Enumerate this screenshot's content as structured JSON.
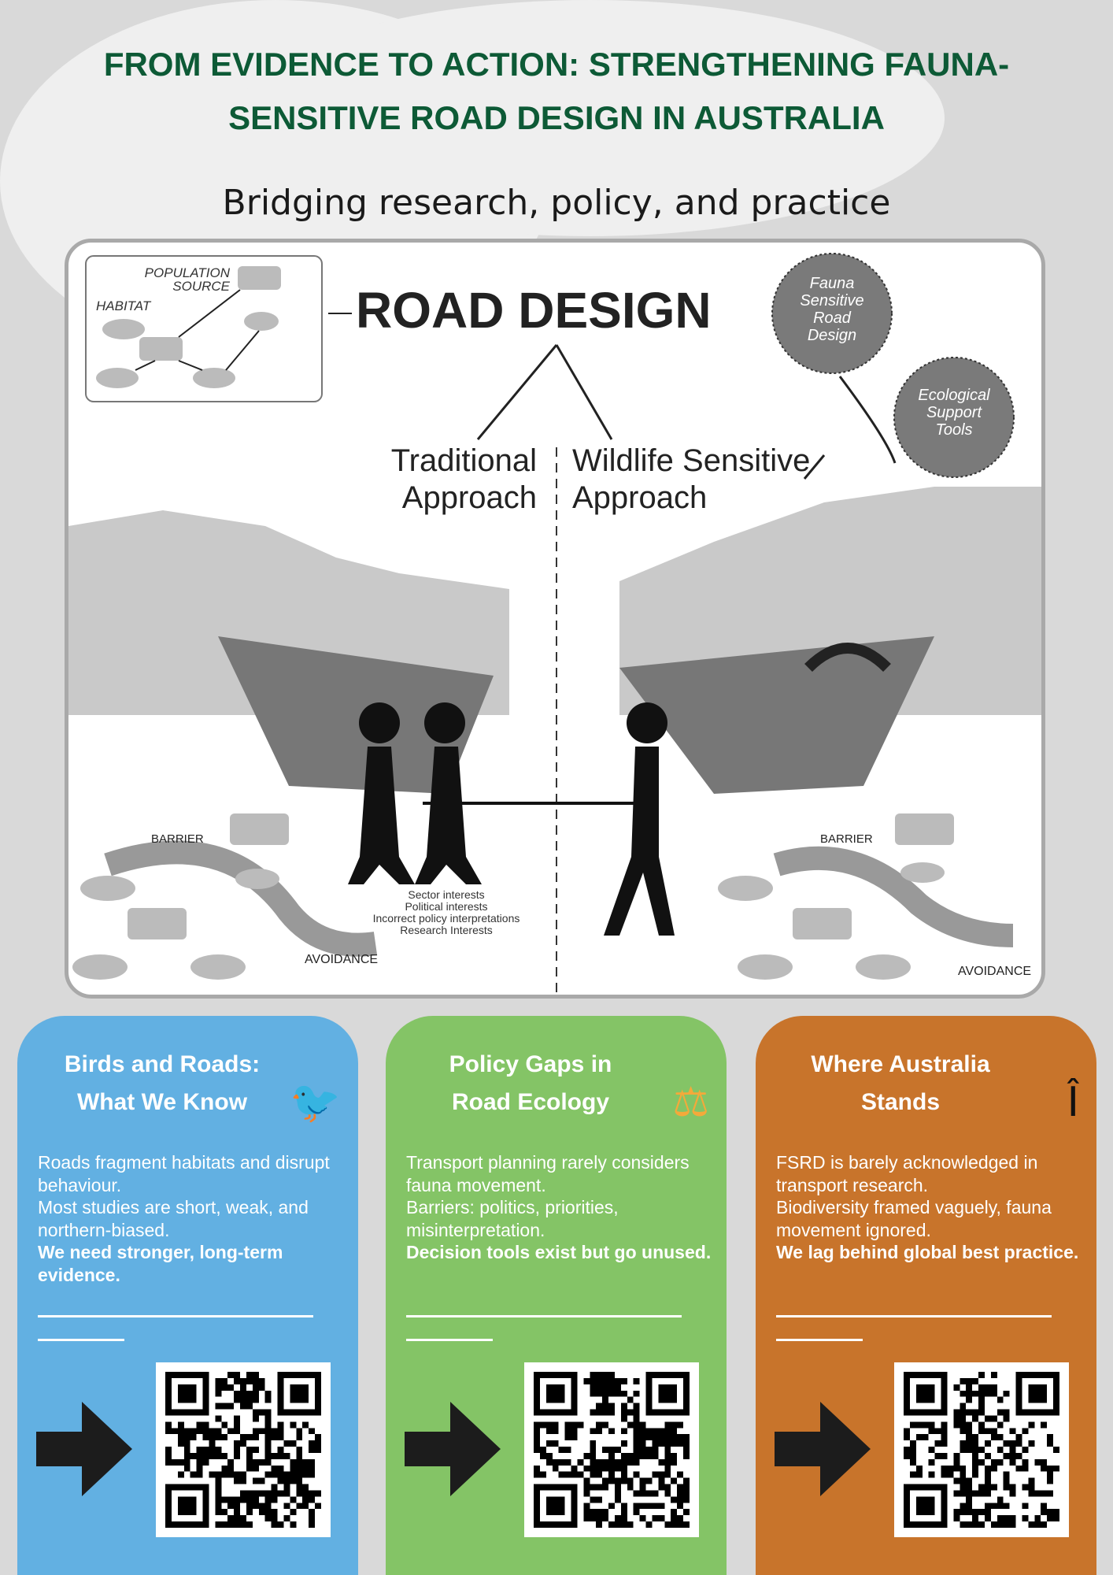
{
  "title": {
    "line1": "FROM EVIDENCE TO ACTION: STRENGTHENING FAUNA-",
    "line2": "SENSITIVE ROAD DESIGN IN AUSTRALIA"
  },
  "subtitle": "Bridging research, policy, and practice",
  "diagram": {
    "population_source": [
      "POPULATION",
      "SOURCE"
    ],
    "habitat": "HABITAT",
    "road_design": "ROAD DESIGN",
    "fsrd_bubble": [
      "Fauna",
      "Sensitive",
      "Road",
      "Design"
    ],
    "tools_bubble": [
      "Ecological",
      "Support",
      "Tools"
    ],
    "traditional": [
      "Traditional",
      "Approach"
    ],
    "wildlife": [
      "Wildlife Sensitive",
      "Approach"
    ],
    "barrier": "BARRIER",
    "avoidance": "AVOIDANCE",
    "interests": [
      "Sector interests",
      "Political interests",
      "Incorrect policy interpretations",
      "Research Interests"
    ]
  },
  "cards": [
    {
      "title": [
        "Birds and Roads:",
        "What We Know"
      ],
      "icon": "bird-icon",
      "color": "#62b0e2",
      "lines": [
        "Roads fragment habitats and disrupt behaviour.",
        "Most studies are short, weak, and northern-biased."
      ],
      "bold": "We need stronger, long-term evidence."
    },
    {
      "title": [
        "Policy Gaps in",
        "Road Ecology"
      ],
      "icon": "scales-icon",
      "color": "#84c466",
      "lines": [
        "Transport planning rarely considers fauna movement.",
        "Barriers: politics, priorities, misinterpretation."
      ],
      "bold": "Decision tools exist but go unused."
    },
    {
      "title": [
        "Where Australia",
        "Stands"
      ],
      "icon": "caret-i-icon",
      "color": "#c8742b",
      "lines": [
        "FSRD is barely acknowledged in transport research.",
        "Biodiversity framed vaguely, fauna movement ignored."
      ],
      "bold": "We lag behind global best practice."
    }
  ]
}
